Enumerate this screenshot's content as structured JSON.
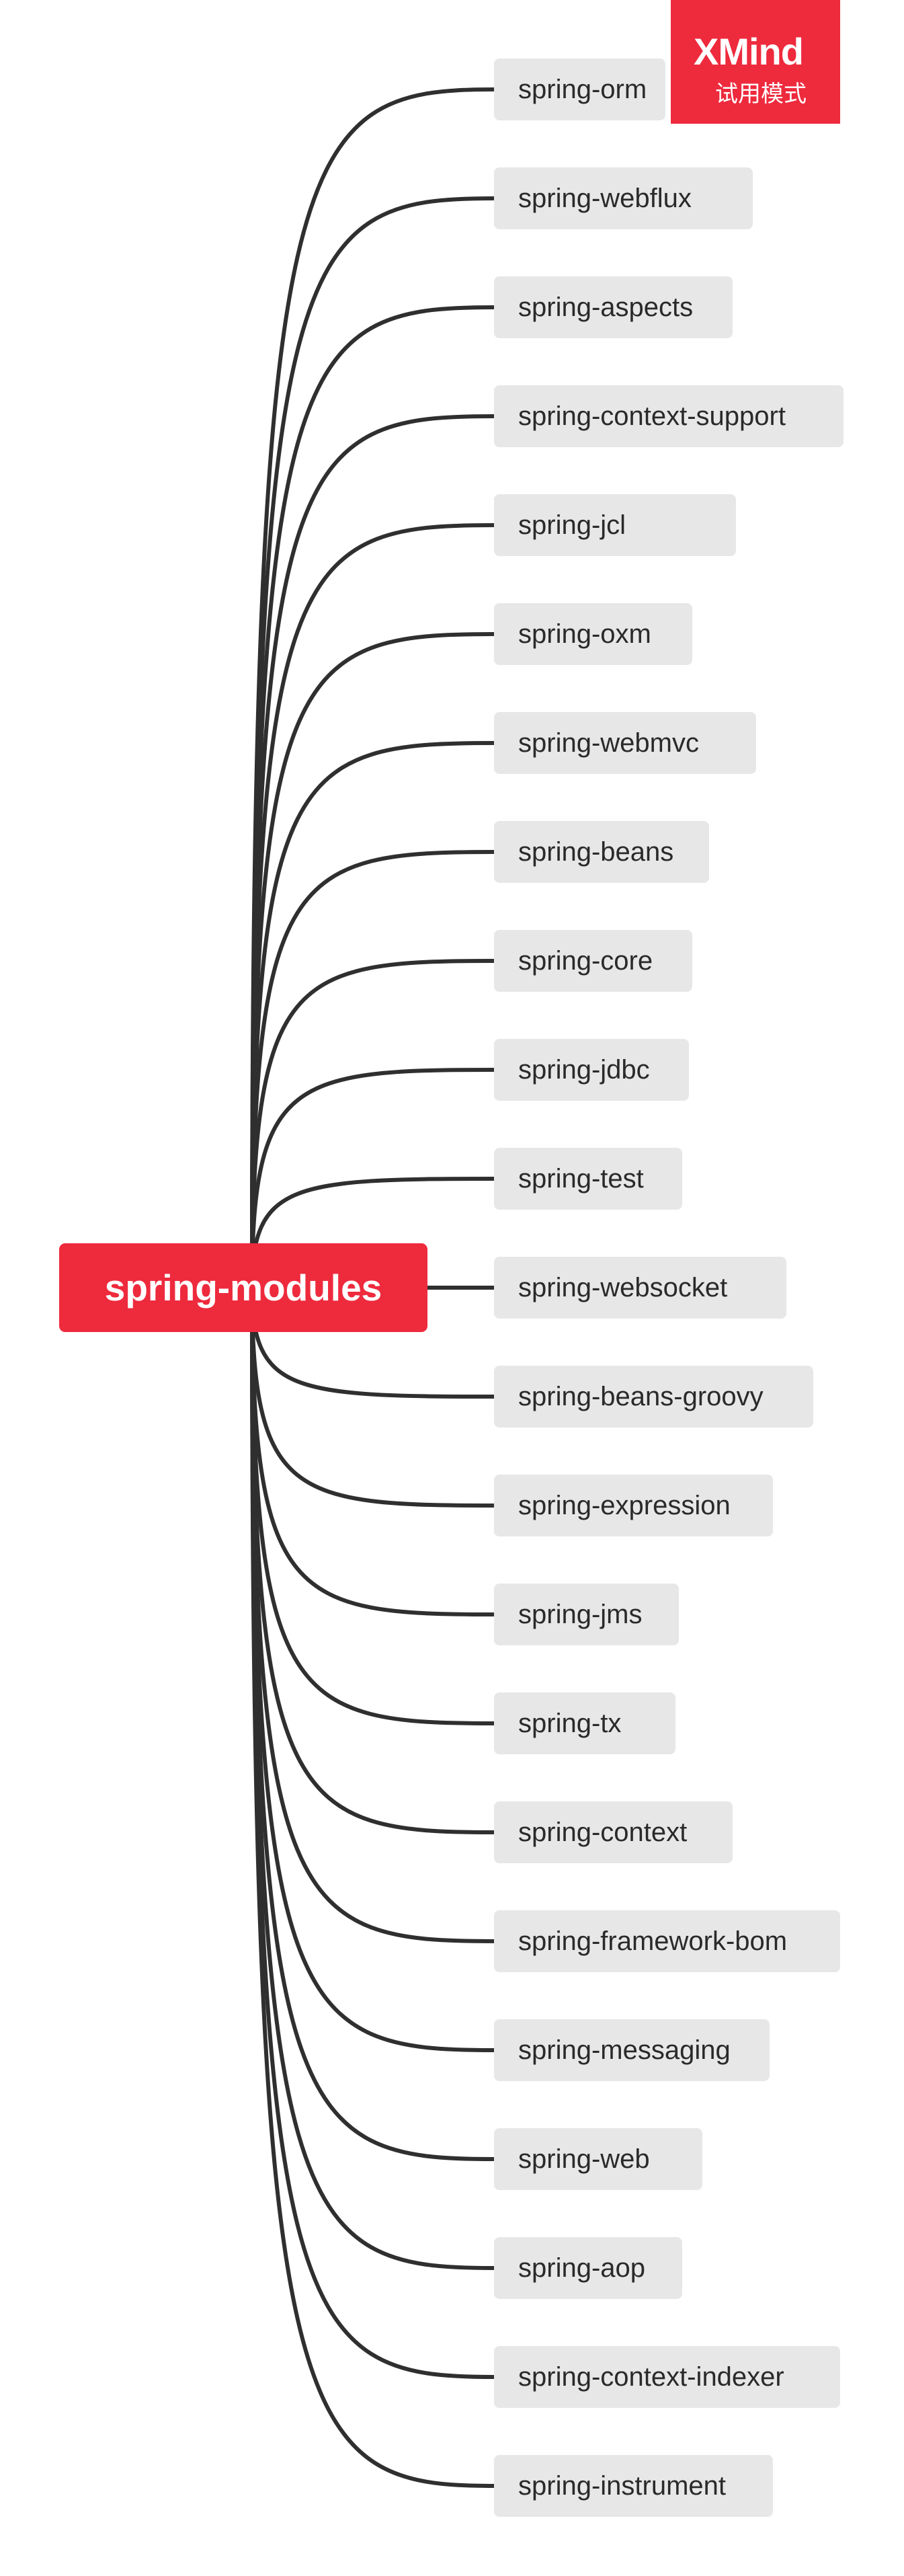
{
  "root": {
    "label": "spring-modules",
    "color": "#EE2A3D"
  },
  "children": [
    {
      "label": "spring-orm"
    },
    {
      "label": "spring-webflux"
    },
    {
      "label": "spring-aspects"
    },
    {
      "label": "spring-context-support"
    },
    {
      "label": "spring-jcl"
    },
    {
      "label": "spring-oxm"
    },
    {
      "label": "spring-webmvc"
    },
    {
      "label": "spring-beans"
    },
    {
      "label": "spring-core"
    },
    {
      "label": "spring-jdbc"
    },
    {
      "label": "spring-test"
    },
    {
      "label": "spring-websocket"
    },
    {
      "label": "spring-beans-groovy"
    },
    {
      "label": "spring-expression"
    },
    {
      "label": "spring-jms"
    },
    {
      "label": "spring-tx"
    },
    {
      "label": "spring-context"
    },
    {
      "label": "spring-framework-bom"
    },
    {
      "label": "spring-messaging"
    },
    {
      "label": "spring-web"
    },
    {
      "label": "spring-aop"
    },
    {
      "label": "spring-context-indexer"
    },
    {
      "label": "spring-instrument"
    }
  ],
  "watermark": {
    "brand": "XMind",
    "mode": "试用模式"
  },
  "colors": {
    "node_fill": "#E7E7E7",
    "connector": "#2f2f2f",
    "text": "#2a2a2a"
  }
}
